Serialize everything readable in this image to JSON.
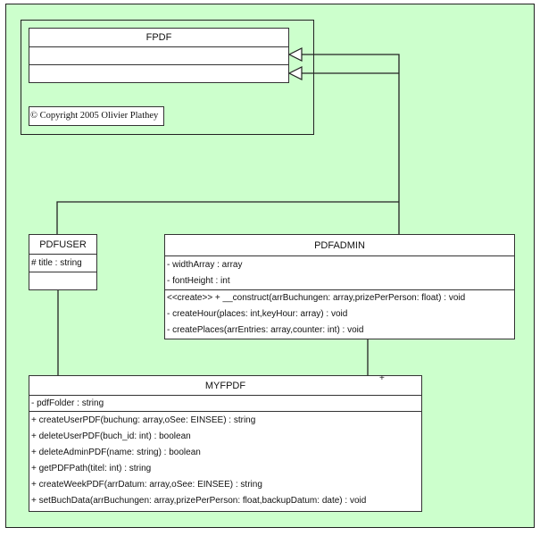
{
  "diagram": {
    "type": "UML class diagram",
    "background_color": "#ccffcc",
    "package": {
      "classes": [
        {
          "name": "FPDF",
          "attributes": [],
          "operations": []
        }
      ],
      "copyright": "© Copyright 2005 Olivier Plathey"
    },
    "classes": {
      "pdfuser": {
        "name": "PDFUSER",
        "attributes": [
          "# title : string"
        ],
        "operations": []
      },
      "pdfadmin": {
        "name": "PDFADMIN",
        "attributes": [
          "- widthArray : array",
          "- fontHeight : int"
        ],
        "operations": [
          "<<create>> + __construct(arrBuchungen: array,prizePerPerson: float) : void",
          "- createHour(places: int,keyHour: array) : void",
          "- createPlaces(arrEntries: array,counter: int) : void"
        ]
      },
      "myfpdf": {
        "name": "MYFPDF",
        "attributes": [
          "- pdfFolder : string"
        ],
        "operations": [
          "+ createUserPDF(buchung: array,oSee: EINSEE) : string",
          "+ deleteUserPDF(buch_id: int) : boolean",
          "+ deleteAdminPDF(name: string) : boolean",
          "+ getPDFPath(titel: int) : string",
          "+ createWeekPDF(arrDatum: array,oSee: EINSEE) : string",
          "+ setBuchData(arrBuchungen: array,prizePerPerson: float,backupDatum: date) : void"
        ]
      }
    },
    "relations": [
      {
        "type": "generalization",
        "from": "PDFUSER",
        "to": "FPDF"
      },
      {
        "type": "generalization",
        "from": "PDFADMIN",
        "to": "FPDF"
      },
      {
        "type": "association",
        "from": "PDFUSER",
        "to": "MYFPDF"
      },
      {
        "type": "association",
        "from": "PDFADMIN",
        "to": "MYFPDF",
        "end_label": "+"
      }
    ]
  }
}
